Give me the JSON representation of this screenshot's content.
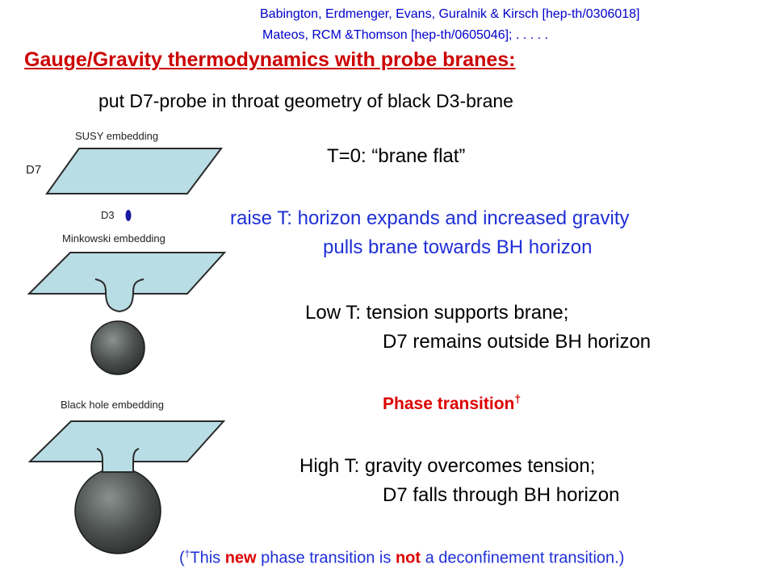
{
  "references": [
    "Babington, Erdmenger, Evans, Guralnik & Kirsch [hep-th/0306018]",
    "Mateos, RCM &Thomson [hep-th/0605046]; . . . . ."
  ],
  "title": "Gauge/Gravity thermodynamics with probe branes:",
  "lead": "put D7-probe in throat geometry of black D3-brane",
  "diagram": {
    "susy_label": "SUSY embedding",
    "d7_label": "D7",
    "d3_label": "D3",
    "minkowski_label": "Minkowski embedding",
    "blackhole_label": "Black hole embedding",
    "colors": {
      "sheet": "#b9dde4",
      "sheet_stroke": "#2a2a2a",
      "sphere_dark": "#2b2e2d",
      "sphere_light": "#8a918e"
    }
  },
  "text": {
    "t0": "T=0: “brane flat”",
    "raise_line1": "raise T: horizon expands and increased gravity",
    "raise_line2": "pulls brane towards BH horizon",
    "low_line1": "Low T: tension supports brane;",
    "low_line2": "D7 remains outside BH horizon",
    "phase": "Phase transition",
    "phase_mark": "†",
    "high_line1": "High T: gravity overcomes tension;",
    "high_line2": "D7 falls through BH horizon"
  },
  "footnote": {
    "open": "(",
    "mark": "†",
    "part1": "This ",
    "new": "new",
    "part2": " phase transition is ",
    "not": "not",
    "part3": " a deconfinement transition.)"
  }
}
